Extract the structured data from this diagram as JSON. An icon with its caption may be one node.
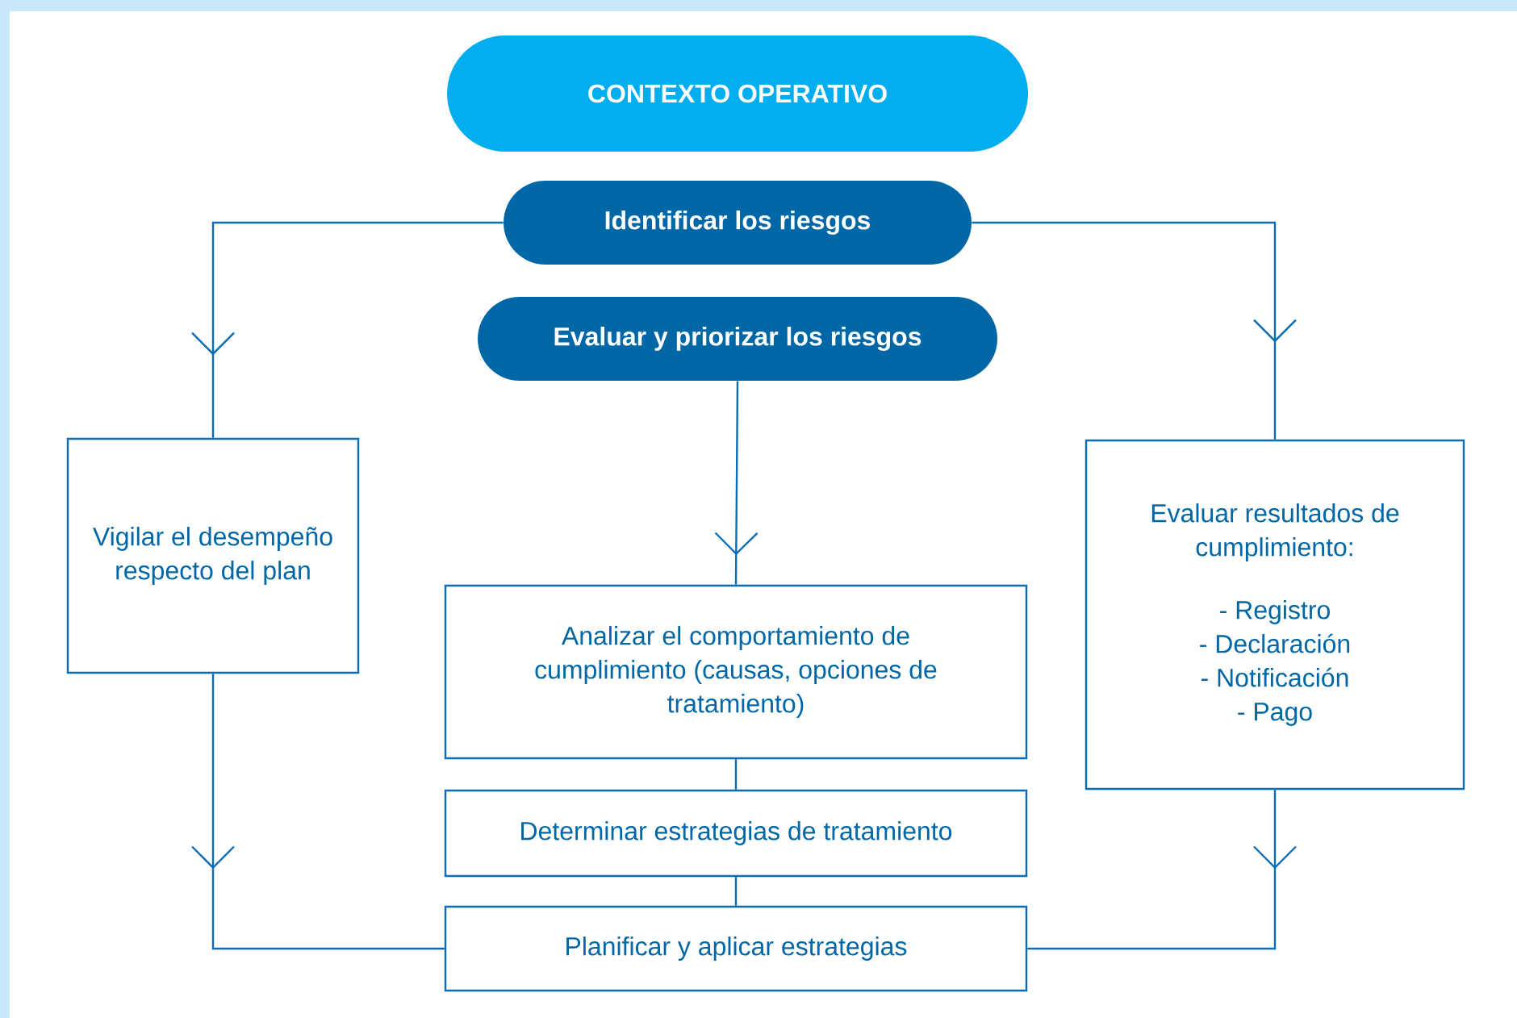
{
  "diagram": {
    "nodes": [
      {
        "text": [
          "CONTEXTO OPERATIVO"
        ]
      },
      {
        "text": [
          "Identificar los riesgos"
        ]
      },
      {
        "text": [
          "Evaluar y priorizar los riesgos"
        ]
      },
      {
        "text": [
          "Vigilar el desempeño respecto del plan"
        ]
      },
      {
        "text": [
          "Analizar el comportamiento de cumplimiento (causas, opciones de tratamiento)"
        ]
      },
      {
        "text": [
          "Determinar estrategias de tratamiento"
        ]
      },
      {
        "text": [
          "Planificar y aplicar estrategias"
        ]
      },
      {
        "text": [
          "Evaluar resultados de cumplimiento:",
          "- Registro",
          "- Declaración",
          "- Notificación",
          "- Pago"
        ]
      }
    ],
    "edges": [
      {
        "from": 1,
        "to": 3,
        "arrow": "to"
      },
      {
        "from": 1,
        "to": 7,
        "arrow": "to"
      },
      {
        "from": 2,
        "to": 4,
        "arrow": "to"
      },
      {
        "from": 4,
        "to": 5,
        "arrow": "none"
      },
      {
        "from": 5,
        "to": 6,
        "arrow": "none"
      },
      {
        "from": 3,
        "to": 6,
        "arrow": "to"
      },
      {
        "from": 7,
        "to": 6,
        "arrow": "to"
      }
    ]
  }
}
